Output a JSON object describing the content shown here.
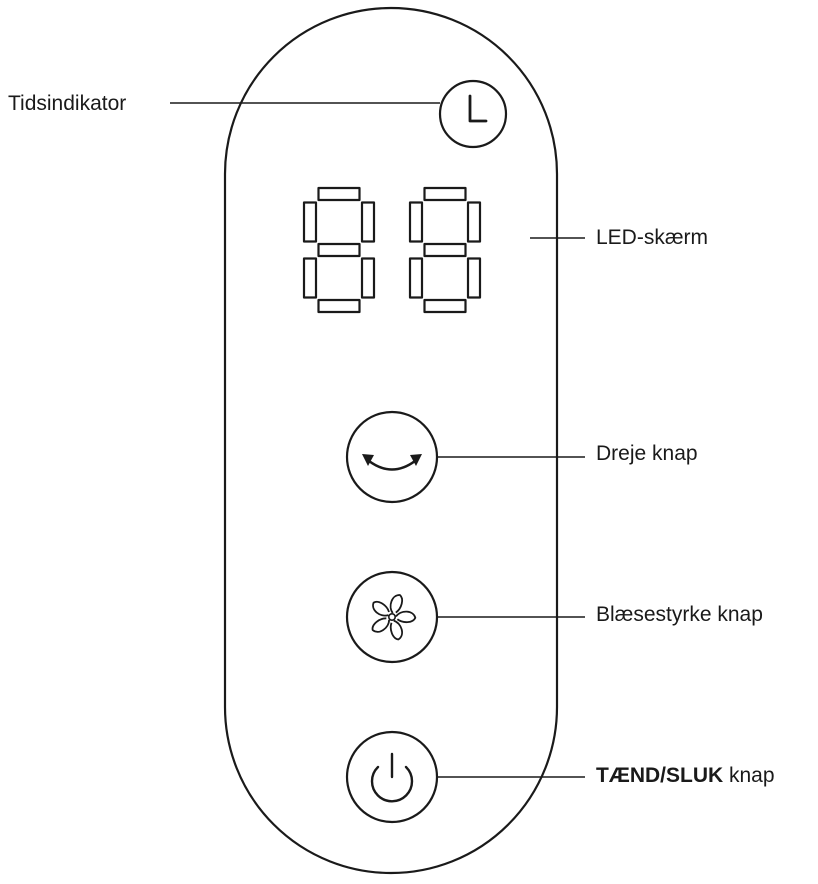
{
  "labels": {
    "timer_indicator": "Tidsindikator",
    "led_screen": "LED-skærm",
    "rotate_button": "Dreje knap",
    "fan_speed_button": "Blæsestyrke knap",
    "power_bold": "TÆND/SLUK",
    "power_suffix": " knap"
  },
  "display": {
    "digits": "88"
  },
  "icons": {
    "timer": "clock-icon",
    "rotate": "rotate-arrows-icon",
    "fan": "fan-icon",
    "power": "power-icon"
  },
  "colors": {
    "stroke": "#1a1a1a",
    "background": "#ffffff"
  }
}
